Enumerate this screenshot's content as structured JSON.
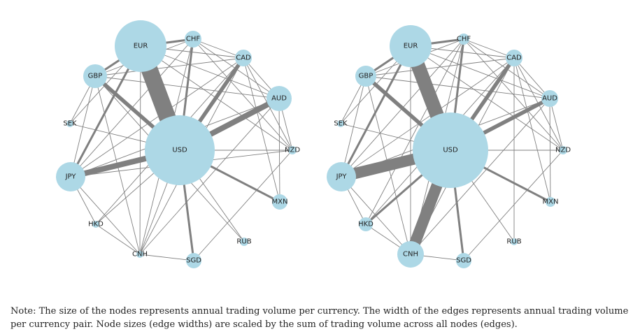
{
  "networks": [
    {
      "nodes": [
        {
          "id": "EUR",
          "label": "EUR",
          "size": "xl"
        },
        {
          "id": "USD",
          "label": "USD",
          "size": "xl"
        },
        {
          "id": "CHF",
          "label": "CHF",
          "size": "s"
        },
        {
          "id": "CAD",
          "label": "CAD",
          "size": "s"
        },
        {
          "id": "AUD",
          "label": "AUD",
          "size": "m"
        },
        {
          "id": "GBP",
          "label": "GBP",
          "size": "m"
        },
        {
          "id": "SEK",
          "label": "SEK",
          "size": "xs"
        },
        {
          "id": "NZD",
          "label": "NZD",
          "size": "xs"
        },
        {
          "id": "JPY",
          "label": "JPY",
          "size": "l"
        },
        {
          "id": "MXN",
          "label": "MXN",
          "size": "s"
        },
        {
          "id": "HKD",
          "label": "HKD",
          "size": "xs"
        },
        {
          "id": "RUB",
          "label": "RUB",
          "size": "xs"
        },
        {
          "id": "CNH",
          "label": "CNH",
          "size": "xs"
        },
        {
          "id": "SGD",
          "label": "SGD",
          "size": "s"
        }
      ],
      "edges": [
        {
          "from": "EUR",
          "to": "USD",
          "weight": "xl"
        },
        {
          "from": "USD",
          "to": "JPY",
          "weight": "l"
        },
        {
          "from": "USD",
          "to": "AUD",
          "weight": "l"
        },
        {
          "from": "USD",
          "to": "GBP",
          "weight": "m"
        },
        {
          "from": "USD",
          "to": "CAD",
          "weight": "m"
        },
        {
          "from": "USD",
          "to": "CHF",
          "weight": "s"
        },
        {
          "from": "USD",
          "to": "MXN",
          "weight": "s"
        },
        {
          "from": "USD",
          "to": "SGD",
          "weight": "s"
        },
        {
          "from": "USD",
          "to": "CNH",
          "weight": "xs"
        },
        {
          "from": "USD",
          "to": "HKD",
          "weight": "xs"
        },
        {
          "from": "USD",
          "to": "NZD",
          "weight": "xs"
        },
        {
          "from": "USD",
          "to": "RUB",
          "weight": "xs"
        },
        {
          "from": "USD",
          "to": "SEK",
          "weight": "xs"
        },
        {
          "from": "EUR",
          "to": "GBP",
          "weight": "s"
        },
        {
          "from": "EUR",
          "to": "JPY",
          "weight": "s"
        },
        {
          "from": "EUR",
          "to": "CHF",
          "weight": "s"
        },
        {
          "from": "EUR",
          "to": "CAD",
          "weight": "xs"
        },
        {
          "from": "EUR",
          "to": "AUD",
          "weight": "xs"
        },
        {
          "from": "EUR",
          "to": "SEK",
          "weight": "xs"
        },
        {
          "from": "EUR",
          "to": "CNH",
          "weight": "xs"
        },
        {
          "from": "EUR",
          "to": "NZD",
          "weight": "xs"
        },
        {
          "from": "GBP",
          "to": "JPY",
          "weight": "xs"
        },
        {
          "from": "GBP",
          "to": "CHF",
          "weight": "xs"
        },
        {
          "from": "GBP",
          "to": "CAD",
          "weight": "xs"
        },
        {
          "from": "GBP",
          "to": "AUD",
          "weight": "xs"
        },
        {
          "from": "GBP",
          "to": "SEK",
          "weight": "xs"
        },
        {
          "from": "GBP",
          "to": "CNH",
          "weight": "xs"
        },
        {
          "from": "JPY",
          "to": "AUD",
          "weight": "xs"
        },
        {
          "from": "JPY",
          "to": "CAD",
          "weight": "xs"
        },
        {
          "from": "JPY",
          "to": "CHF",
          "weight": "xs"
        },
        {
          "from": "JPY",
          "to": "CNH",
          "weight": "xs"
        },
        {
          "from": "JPY",
          "to": "HKD",
          "weight": "xs"
        },
        {
          "from": "JPY",
          "to": "NZD",
          "weight": "xs"
        },
        {
          "from": "AUD",
          "to": "NZD",
          "weight": "xs"
        },
        {
          "from": "AUD",
          "to": "CAD",
          "weight": "xs"
        },
        {
          "from": "AUD",
          "to": "CHF",
          "weight": "xs"
        },
        {
          "from": "AUD",
          "to": "MXN",
          "weight": "xs"
        },
        {
          "from": "AUD",
          "to": "CNH",
          "weight": "xs"
        },
        {
          "from": "CAD",
          "to": "CHF",
          "weight": "xs"
        },
        {
          "from": "CAD",
          "to": "MXN",
          "weight": "xs"
        },
        {
          "from": "CAD",
          "to": "NZD",
          "weight": "xs"
        },
        {
          "from": "CNH",
          "to": "HKD",
          "weight": "xs"
        },
        {
          "from": "CNH",
          "to": "SGD",
          "weight": "xs"
        },
        {
          "from": "CNH",
          "to": "CHF",
          "weight": "xs"
        },
        {
          "from": "CNH",
          "to": "CAD",
          "weight": "xs"
        },
        {
          "from": "CHF",
          "to": "NZD",
          "weight": "xs"
        },
        {
          "from": "SGD",
          "to": "NZD",
          "weight": "xs"
        },
        {
          "from": "HKD",
          "to": "CAD",
          "weight": "xs"
        },
        {
          "from": "RUB",
          "to": "GBP",
          "weight": "xs"
        }
      ]
    },
    {
      "nodes": [
        {
          "id": "EUR",
          "label": "EUR",
          "size": "l"
        },
        {
          "id": "USD",
          "label": "USD",
          "size": "xl"
        },
        {
          "id": "CHF",
          "label": "CHF",
          "size": "xs"
        },
        {
          "id": "CAD",
          "label": "CAD",
          "size": "s"
        },
        {
          "id": "AUD",
          "label": "AUD",
          "size": "s"
        },
        {
          "id": "GBP",
          "label": "GBP",
          "size": "m"
        },
        {
          "id": "SEK",
          "label": "SEK",
          "size": "xs"
        },
        {
          "id": "NZD",
          "label": "NZD",
          "size": "xs"
        },
        {
          "id": "JPY",
          "label": "JPY",
          "size": "l"
        },
        {
          "id": "MXN",
          "label": "MXN",
          "size": "xs"
        },
        {
          "id": "HKD",
          "label": "HKD",
          "size": "s"
        },
        {
          "id": "RUB",
          "label": "RUB",
          "size": "xs"
        },
        {
          "id": "CNH",
          "label": "CNH",
          "size": "m"
        },
        {
          "id": "SGD",
          "label": "SGD",
          "size": "s"
        }
      ],
      "edges": [
        {
          "from": "EUR",
          "to": "USD",
          "weight": "xl"
        },
        {
          "from": "USD",
          "to": "JPY",
          "weight": "xl"
        },
        {
          "from": "USD",
          "to": "CNH",
          "weight": "xl"
        },
        {
          "from": "USD",
          "to": "GBP",
          "weight": "m"
        },
        {
          "from": "USD",
          "to": "AUD",
          "weight": "m"
        },
        {
          "from": "USD",
          "to": "CAD",
          "weight": "m"
        },
        {
          "from": "USD",
          "to": "CHF",
          "weight": "s"
        },
        {
          "from": "USD",
          "to": "HKD",
          "weight": "s"
        },
        {
          "from": "USD",
          "to": "SGD",
          "weight": "s"
        },
        {
          "from": "USD",
          "to": "MXN",
          "weight": "s"
        },
        {
          "from": "USD",
          "to": "NZD",
          "weight": "xs"
        },
        {
          "from": "USD",
          "to": "RUB",
          "weight": "xs"
        },
        {
          "from": "USD",
          "to": "SEK",
          "weight": "xs"
        },
        {
          "from": "EUR",
          "to": "GBP",
          "weight": "s"
        },
        {
          "from": "EUR",
          "to": "JPY",
          "weight": "s"
        },
        {
          "from": "EUR",
          "to": "CHF",
          "weight": "s"
        },
        {
          "from": "EUR",
          "to": "CAD",
          "weight": "xs"
        },
        {
          "from": "EUR",
          "to": "AUD",
          "weight": "xs"
        },
        {
          "from": "EUR",
          "to": "SEK",
          "weight": "xs"
        },
        {
          "from": "EUR",
          "to": "CNH",
          "weight": "xs"
        },
        {
          "from": "EUR",
          "to": "NZD",
          "weight": "xs"
        },
        {
          "from": "GBP",
          "to": "JPY",
          "weight": "xs"
        },
        {
          "from": "GBP",
          "to": "CHF",
          "weight": "xs"
        },
        {
          "from": "GBP",
          "to": "CAD",
          "weight": "xs"
        },
        {
          "from": "GBP",
          "to": "AUD",
          "weight": "xs"
        },
        {
          "from": "GBP",
          "to": "SEK",
          "weight": "xs"
        },
        {
          "from": "GBP",
          "to": "CNH",
          "weight": "xs"
        },
        {
          "from": "JPY",
          "to": "AUD",
          "weight": "xs"
        },
        {
          "from": "JPY",
          "to": "CAD",
          "weight": "xs"
        },
        {
          "from": "JPY",
          "to": "CHF",
          "weight": "xs"
        },
        {
          "from": "JPY",
          "to": "CNH",
          "weight": "xs"
        },
        {
          "from": "JPY",
          "to": "HKD",
          "weight": "xs"
        },
        {
          "from": "AUD",
          "to": "NZD",
          "weight": "xs"
        },
        {
          "from": "AUD",
          "to": "CAD",
          "weight": "xs"
        },
        {
          "from": "AUD",
          "to": "CHF",
          "weight": "xs"
        },
        {
          "from": "AUD",
          "to": "MXN",
          "weight": "xs"
        },
        {
          "from": "AUD",
          "to": "CNH",
          "weight": "xs"
        },
        {
          "from": "CAD",
          "to": "CHF",
          "weight": "xs"
        },
        {
          "from": "CAD",
          "to": "MXN",
          "weight": "xs"
        },
        {
          "from": "CAD",
          "to": "NZD",
          "weight": "xs"
        },
        {
          "from": "CAD",
          "to": "RUB",
          "weight": "xs"
        },
        {
          "from": "CNH",
          "to": "HKD",
          "weight": "xs"
        },
        {
          "from": "CNH",
          "to": "SGD",
          "weight": "xs"
        },
        {
          "from": "CNH",
          "to": "CHF",
          "weight": "xs"
        },
        {
          "from": "CNH",
          "to": "CAD",
          "weight": "xs"
        },
        {
          "from": "CHF",
          "to": "NZD",
          "weight": "xs"
        },
        {
          "from": "SGD",
          "to": "NZD",
          "weight": "xs"
        },
        {
          "from": "HKD",
          "to": "CAD",
          "weight": "xs"
        },
        {
          "from": "HKD",
          "to": "CHF",
          "weight": "xs"
        }
      ]
    }
  ],
  "colors": {
    "node": "#add8e6",
    "edge": "#808080",
    "label": "#222222"
  },
  "note": "Note: The size of the nodes represents annual trading volume per currency. The width of the edges represents annual trading volume per currency pair. Node sizes (edge widths) are scaled by the sum of trading volume across all nodes (edges)."
}
